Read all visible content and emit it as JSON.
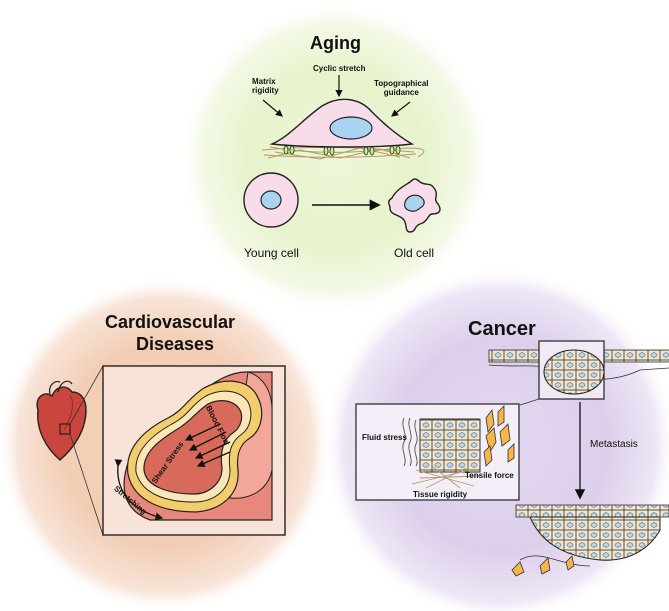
{
  "aging": {
    "title": "Aging",
    "matrix_rigidity": "Matrix\nrigidity",
    "cyclic_stretch": "Cyclic stretch",
    "topographical_guidance": "Topographical\nguidance",
    "young_cell": "Young cell",
    "old_cell": "Old cell"
  },
  "cardio": {
    "title_line1": "Cardiovascular",
    "title_line2": "Diseases",
    "blood_flow": "Blood Flow",
    "shear_stress": "Shear Stress",
    "stretching": "Stretching"
  },
  "cancer": {
    "title": "Cancer",
    "fluid_stress": "Fluid stress",
    "tensile_force": "Tensile force",
    "tissue_rigidity": "Tissue rigidity",
    "metastasis": "Metastasis"
  },
  "colors": {
    "aging_glow": "#e4f2c4",
    "cardio_glow": "#f4cfb3",
    "cancer_glow": "#ddd0ec",
    "cell_fill": "#f9dcea",
    "nucleus_fill": "#a9d3f1",
    "heart_fill": "#c9453e",
    "vessel_outer": "#e8887c",
    "vessel_lumen": "#d86a5c",
    "vessel_wall_yellow": "#f3cd6b",
    "tumor_cell": "#f2e6cf",
    "tensile_cell": "#f3b64a"
  }
}
